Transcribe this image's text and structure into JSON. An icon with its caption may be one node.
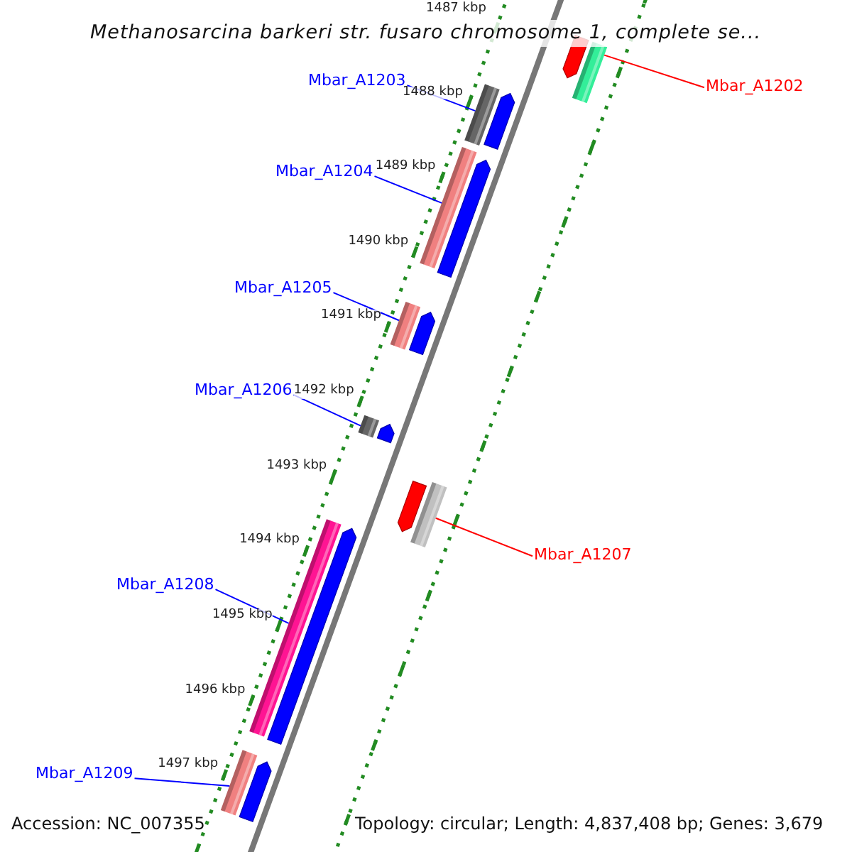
{
  "diagram": {
    "title": "Methanosarcina barkeri str. fusaro chromosome 1, complete se...",
    "nodes": [
      {
        "text": [
          "Mbar_A1203"
        ]
      },
      {
        "text": [
          "Mbar_A1202"
        ]
      },
      {
        "text": [
          "Mbar_A1204"
        ]
      },
      {
        "text": [
          "Mbar_A1205"
        ]
      },
      {
        "text": [
          "Mbar_A1206"
        ]
      },
      {
        "text": [
          "Mbar_A1207"
        ]
      },
      {
        "text": [
          "Mbar_A1208"
        ]
      },
      {
        "text": [
          "Mbar_A1209"
        ]
      },
      {
        "text": [],
        "shape": "bar"
      },
      {
        "text": [],
        "shape": "bar"
      },
      {
        "text": [],
        "shape": "bar"
      },
      {
        "text": [],
        "shape": "bar"
      },
      {
        "text": [],
        "shape": "bar"
      },
      {
        "text": [],
        "shape": "bar"
      },
      {
        "text": [],
        "shape": "bar"
      },
      {
        "text": [],
        "shape": "bar"
      },
      {
        "text": [],
        "shape": "arrow"
      },
      {
        "text": [],
        "shape": "arrow"
      },
      {
        "text": [],
        "shape": "arrow"
      },
      {
        "text": [],
        "shape": "arrow"
      },
      {
        "text": [],
        "shape": "arrow"
      },
      {
        "text": [],
        "shape": "arrow"
      },
      {
        "text": [],
        "shape": "arrow"
      },
      {
        "text": [],
        "shape": "arrow"
      }
    ],
    "edges": [
      {
        "from": 0,
        "to": 9,
        "arrow": "none"
      },
      {
        "from": 1,
        "to": 8,
        "arrow": "none",
        "color": "#ff0000"
      },
      {
        "from": 2,
        "to": 10,
        "arrow": "none"
      },
      {
        "from": 3,
        "to": 11,
        "arrow": "none"
      },
      {
        "from": 4,
        "to": 12,
        "arrow": "none"
      },
      {
        "from": 5,
        "to": 13,
        "arrow": "none",
        "color": "#ff0000"
      },
      {
        "from": 6,
        "to": 14,
        "arrow": "none"
      },
      {
        "from": 7,
        "to": 15,
        "arrow": "none"
      }
    ],
    "labels": [
      "1487 kbp",
      "1488 kbp",
      "1489 kbp",
      "1490 kbp",
      "1491 kbp",
      "1492 kbp",
      "1493 kbp",
      "1494 kbp",
      "1495 kbp",
      "1496 kbp",
      "1497 kbp",
      "Accession: NC_007355",
      "Topology: circular; Length: 4,837,408 bp; Genes: 3,679"
    ]
  }
}
